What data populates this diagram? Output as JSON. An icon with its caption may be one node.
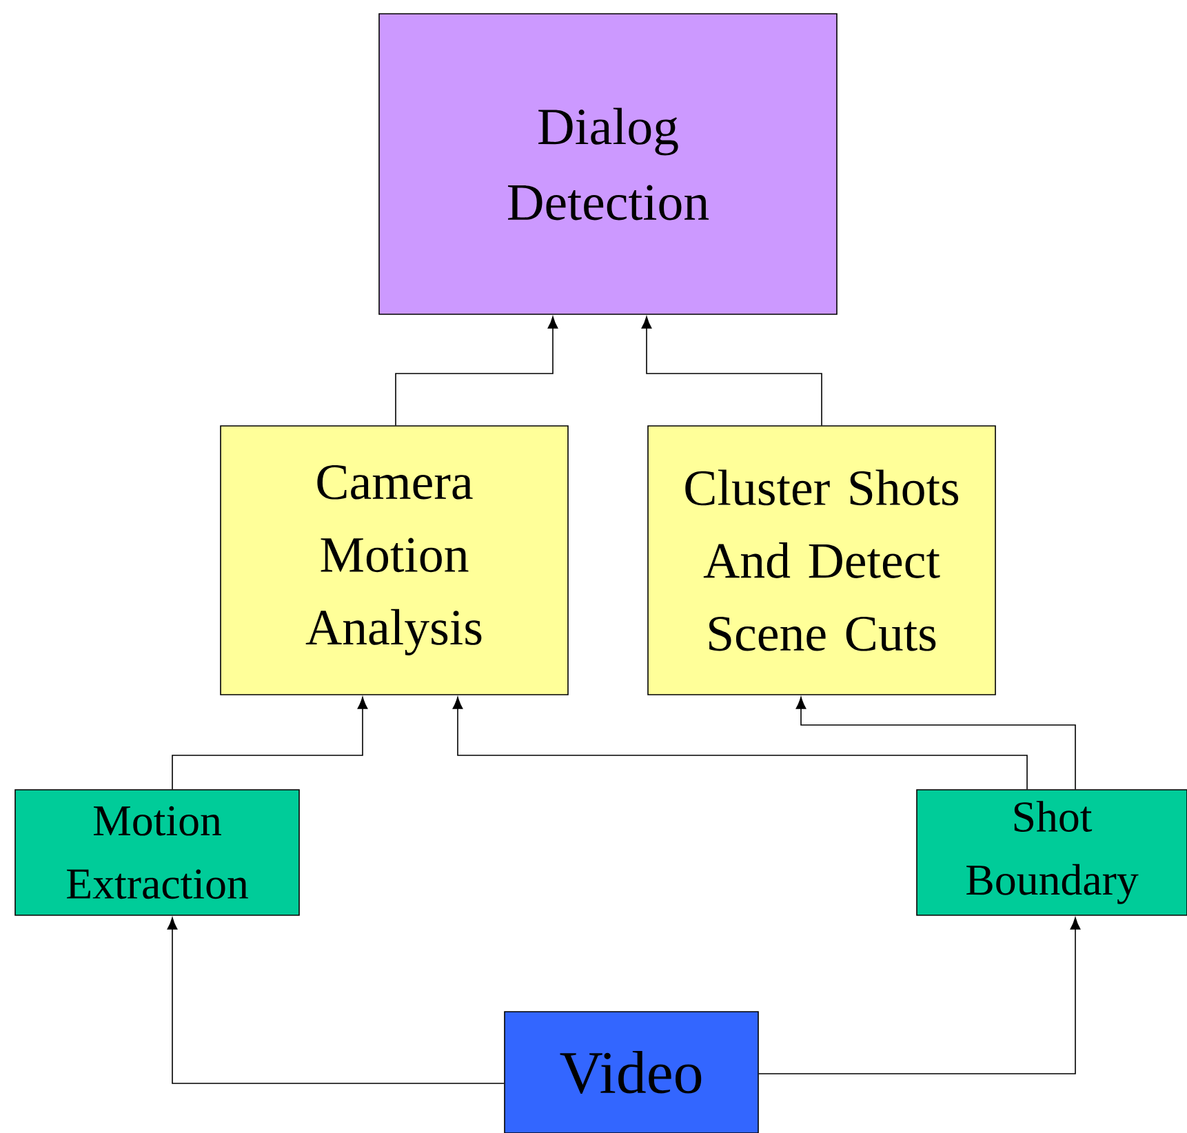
{
  "diagram": {
    "nodes": [
      {
        "text": [
          "Dialog Detection"
        ]
      },
      {
        "text": [
          "Camera Motion Analysis"
        ]
      },
      {
        "text": [
          "Cluster Shots And Detect Scene Cuts"
        ]
      },
      {
        "text": [
          "Motion Extraction"
        ]
      },
      {
        "text": [
          "Shot Boundary"
        ]
      },
      {
        "text": [
          "Video"
        ]
      }
    ],
    "edges": [
      {
        "from": 1,
        "to": 0,
        "arrow": "to"
      },
      {
        "from": 2,
        "to": 0,
        "arrow": "to"
      },
      {
        "from": 3,
        "to": 1,
        "arrow": "to"
      },
      {
        "from": 4,
        "to": 1,
        "arrow": "to"
      },
      {
        "from": 4,
        "to": 2,
        "arrow": "to"
      },
      {
        "from": 5,
        "to": 3,
        "arrow": "to"
      },
      {
        "from": 5,
        "to": 4,
        "arrow": "to"
      }
    ]
  }
}
